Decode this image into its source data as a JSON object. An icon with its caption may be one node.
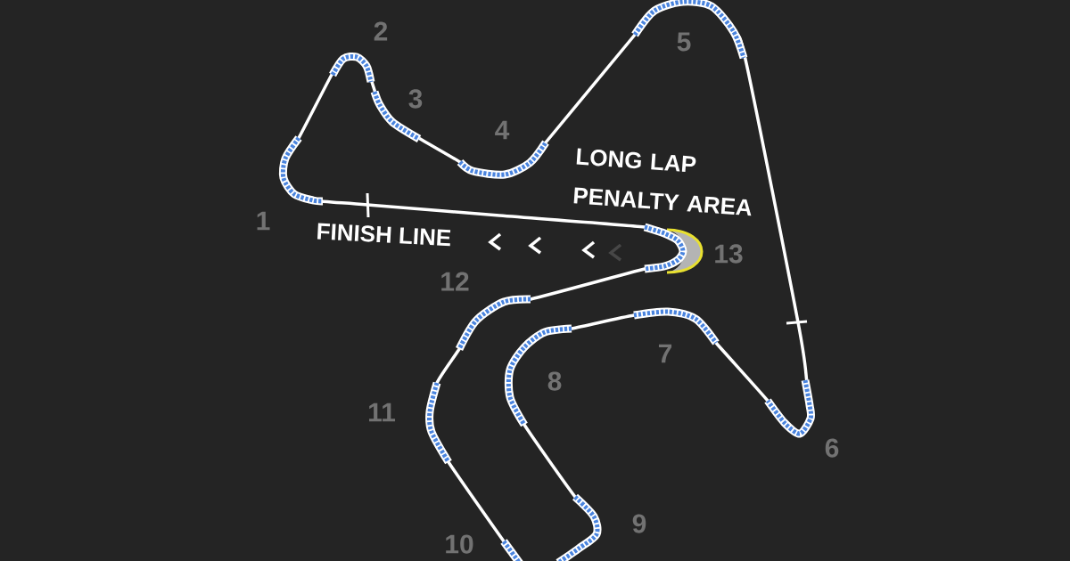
{
  "diagram": {
    "labels": [
      "2",
      "5",
      "3",
      "4",
      "LONG LAP PENALTY AREA",
      "1",
      "FINISH LINE",
      "13",
      "12",
      "7",
      "8",
      "11",
      "6",
      "9",
      "10"
    ]
  }
}
